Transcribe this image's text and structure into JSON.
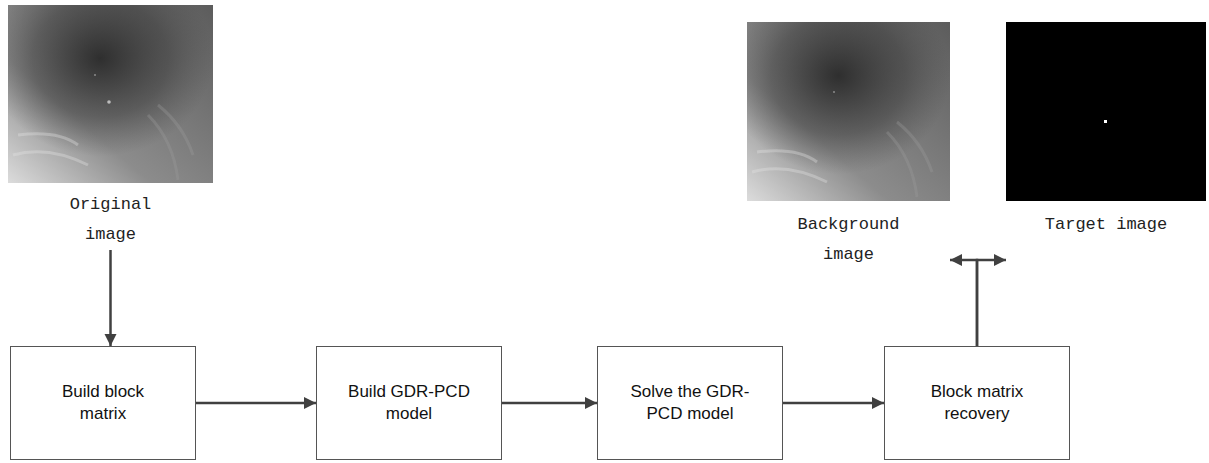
{
  "diagram": {
    "nodes": [
      {
        "text": [
          "Original image"
        ]
      },
      {
        "text": [
          "Build block matrix"
        ]
      },
      {
        "text": [
          "Build GDR-PCD model"
        ]
      },
      {
        "text": [
          "Solve the GDR-PCD model"
        ]
      },
      {
        "text": [
          "Block matrix recovery"
        ]
      },
      {
        "text": [
          "Background image"
        ]
      },
      {
        "text": [
          "Target image"
        ]
      }
    ],
    "edges": [
      {
        "from": 0,
        "to": 1,
        "arrow": "to"
      },
      {
        "from": 1,
        "to": 2,
        "arrow": "to"
      },
      {
        "from": 2,
        "to": 3,
        "arrow": "to"
      },
      {
        "from": 3,
        "to": 4,
        "arrow": "to"
      },
      {
        "from": 4,
        "to": 5,
        "arrow": "to"
      },
      {
        "from": 4,
        "to": 6,
        "arrow": "to"
      }
    ]
  }
}
